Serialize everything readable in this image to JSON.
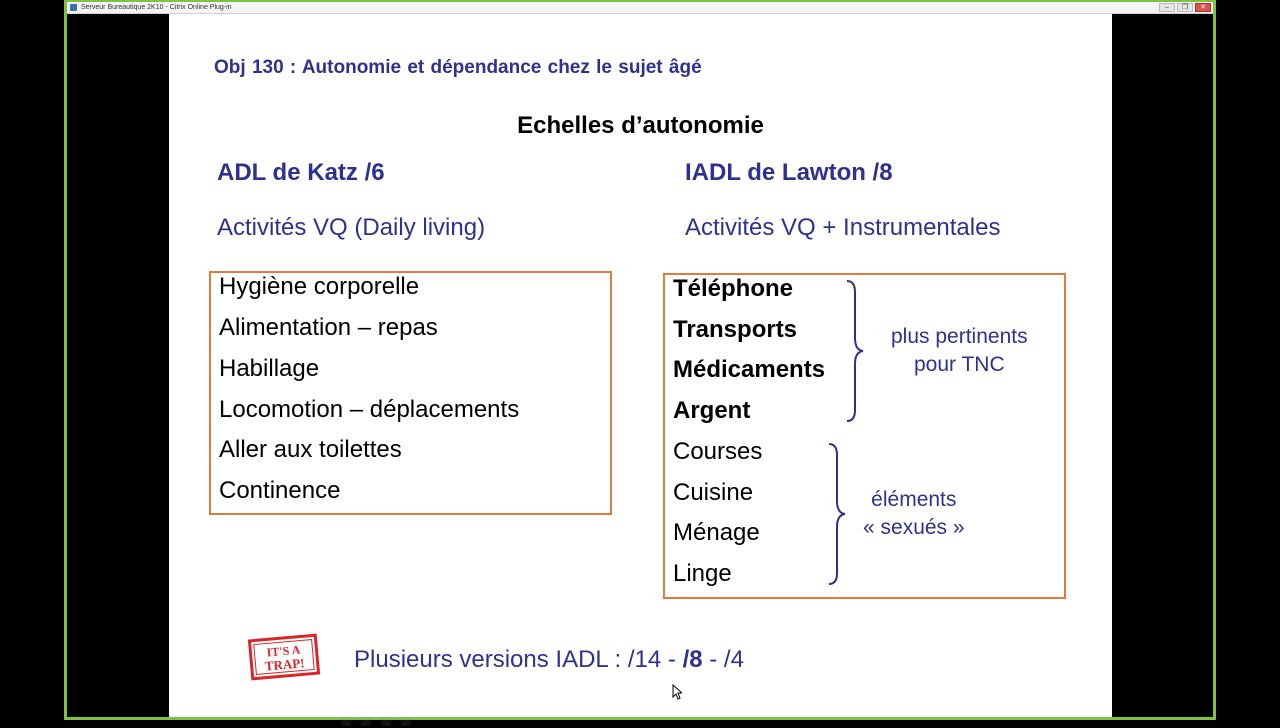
{
  "window": {
    "title": "Serveur Bureautique 2K10 - Citrix Online Plug-in",
    "controls": {
      "minimize": "–",
      "restore": "❐",
      "close": "✕"
    }
  },
  "slide": {
    "objective_title": "Obj 130 : Autonomie et dépendance chez le sujet âgé",
    "heading": "Echelles d’autonomie",
    "left": {
      "title": "ADL de Katz /6",
      "subtitle": "Activités VQ (Daily living)",
      "items": [
        "Hygiène corporelle",
        "Alimentation – repas",
        "Habillage",
        "Locomotion – déplacements",
        "Aller aux toilettes",
        "Continence"
      ]
    },
    "right": {
      "title": "IADL de Lawton /8",
      "subtitle": "Activités VQ + Instrumentales",
      "bold_items": [
        "Téléphone",
        "Transports",
        "Médicaments",
        "Argent"
      ],
      "items": [
        "Courses",
        "Cuisine",
        "Ménage",
        "Linge"
      ],
      "note_top": [
        "plus pertinents",
        "pour TNC"
      ],
      "note_bottom": [
        "éléments",
        "« sexués »"
      ]
    },
    "stamp": {
      "line1": "IT'S A",
      "line2": "TRAP!",
      "color": "#d9262b"
    },
    "versions": {
      "prefix": "Plusieurs versions IADL : /14 - ",
      "highlight": "/8",
      "suffix": " - /4"
    }
  },
  "colors": {
    "accent": "#2e3190",
    "box_border": "#e07b39",
    "window_border": "#7cc243"
  }
}
